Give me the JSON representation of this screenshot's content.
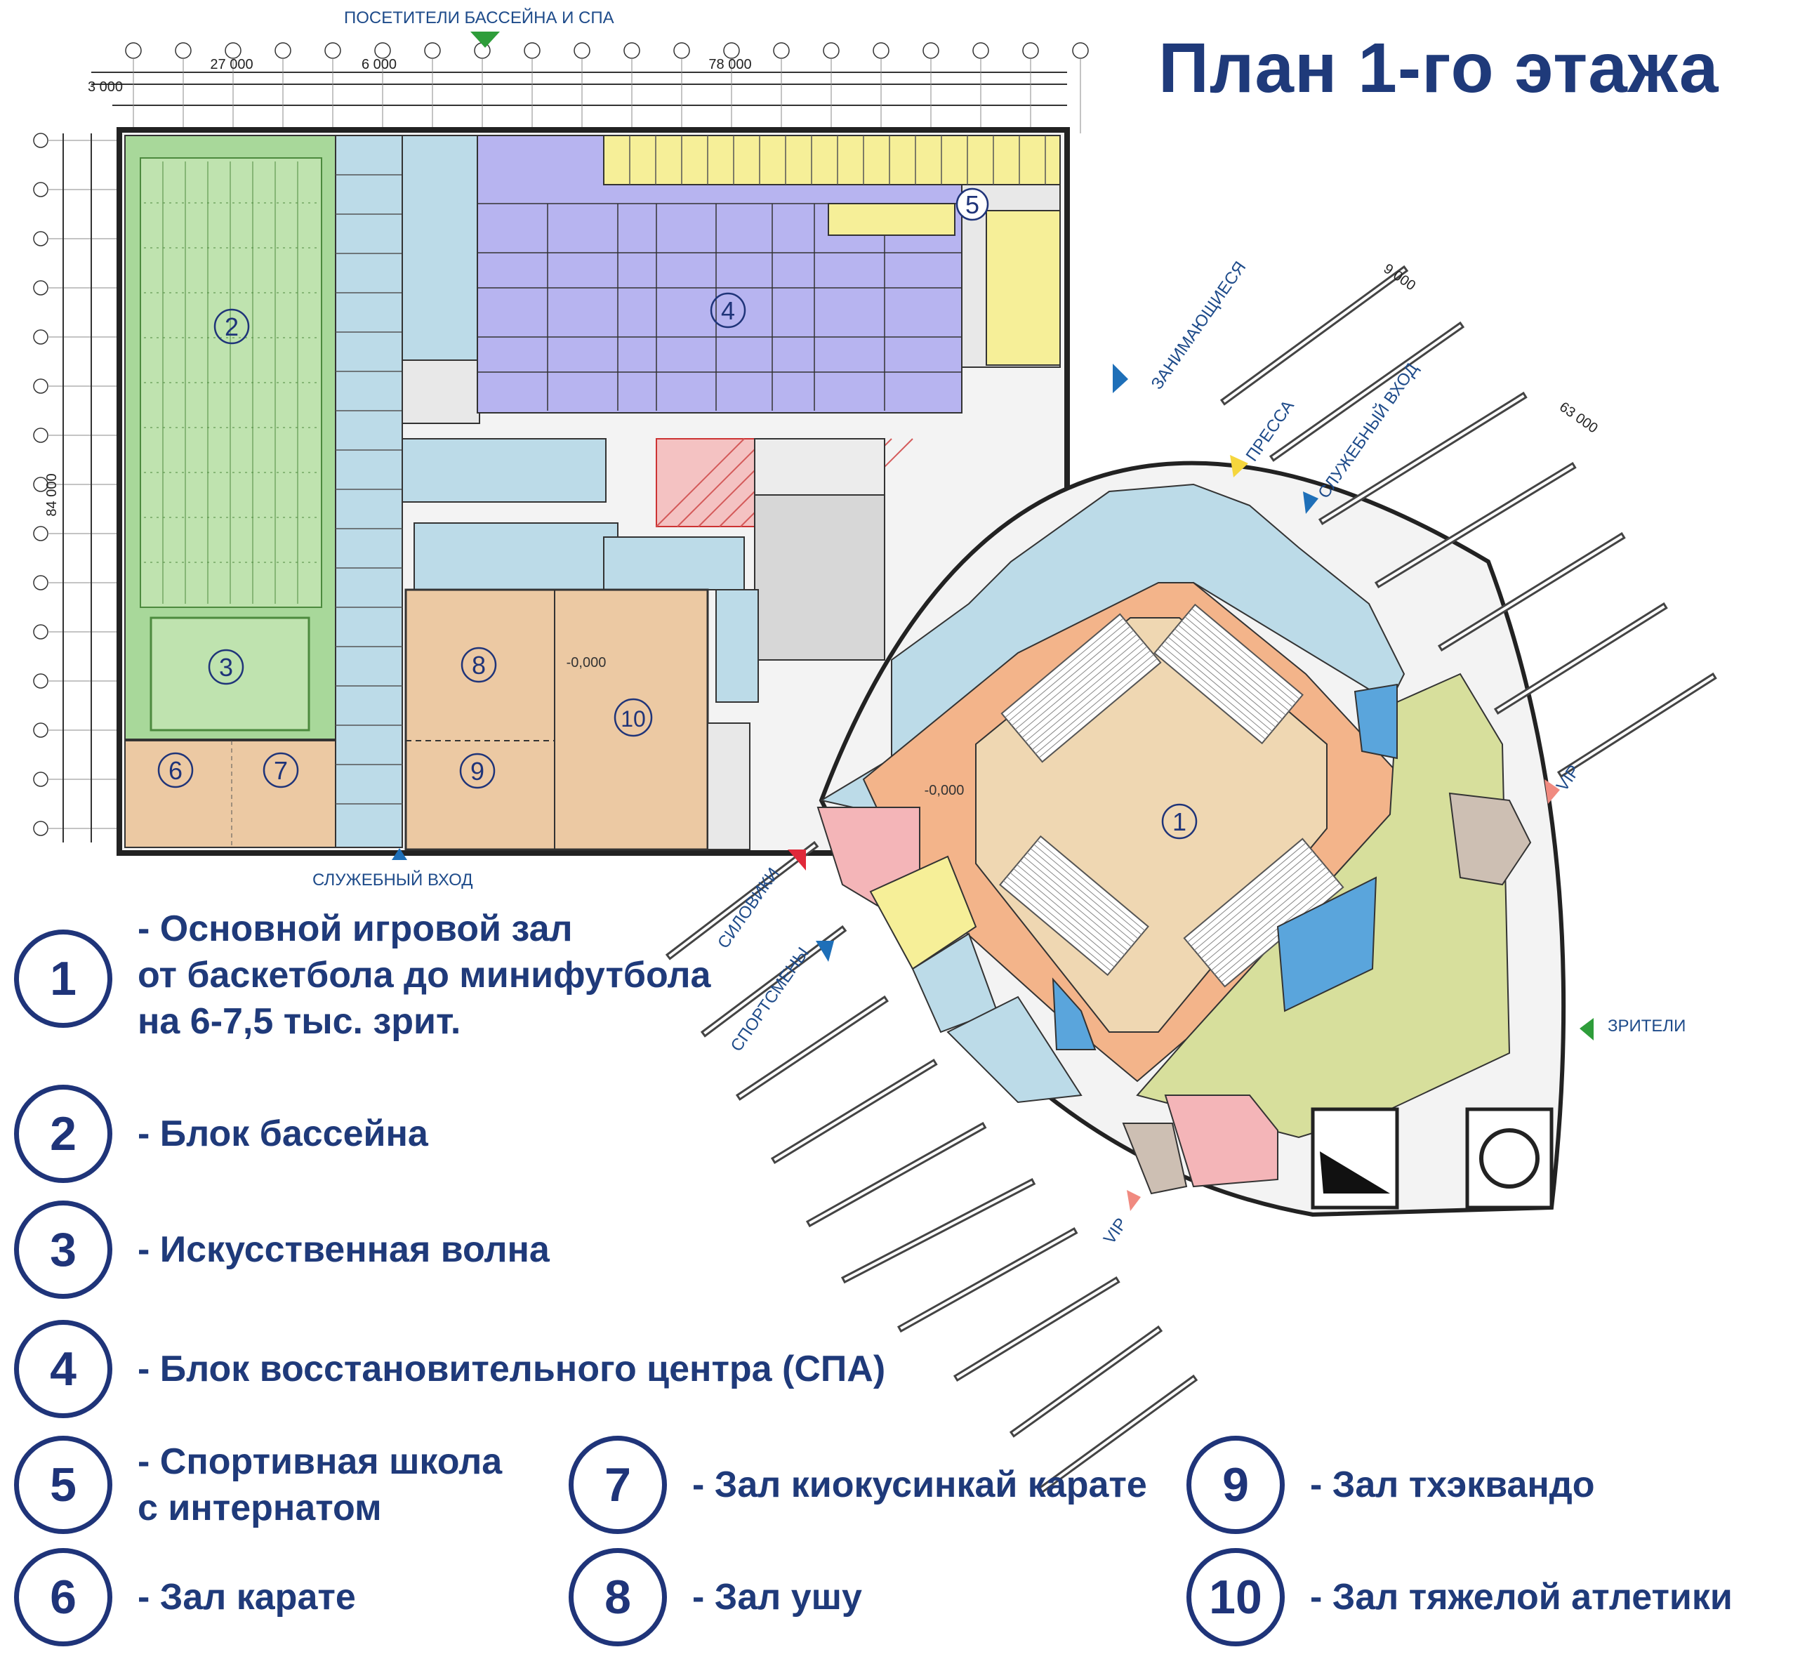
{
  "title": "План 1-го этажа",
  "colors": {
    "pool": "#a8d89a",
    "spa": "#b7b4f0",
    "school": "#f6ef98",
    "rooms": "#bcdbe8",
    "martial": "#ecc9a3",
    "arena_floor": "#efd7b2",
    "corridor_orange": "#f3b48a",
    "foyer": "#d7df9c",
    "vip": "#f4b5b8",
    "water": "#5aa5dc",
    "text": "#1f3479"
  },
  "plan_labels": {
    "n1": "1",
    "n2": "2",
    "n3": "3",
    "n4": "4",
    "n5": "5",
    "n6": "6",
    "n7": "7",
    "n8": "8",
    "n9": "9",
    "n10": "10",
    "zero_a": "-0,000",
    "zero_b": "-0,000"
  },
  "dimensions": {
    "d27000": "27 000",
    "d6000a": "6 000",
    "d78000": "78 000",
    "d84000": "84 000",
    "d63000": "63 000",
    "d9000": "9 000",
    "d3000": "3 000"
  },
  "entrances": {
    "pool_spa": "ПОСЕТИТЕЛИ БАССЕЙНА И СПА",
    "service_bottom": "СЛУЖЕБНЫЙ ВХОД",
    "athletes": "ЗАНИМАЮЩИЕСЯ",
    "press": "ПРЕССА",
    "service_right": "СЛУЖЕБНЫЙ ВХОД",
    "vip_right": "VIP",
    "spectators": "ЗРИТЕЛИ",
    "vip_bottom": "VIP",
    "security": "СИЛОВИКИ",
    "sportsmen": "СПОРТСМЕНЫ"
  },
  "legend": [
    {
      "num": "1",
      "text": "- Основной игровой зал\nот баскетбола до минифутбола\n на 6-7,5 тыс. зрит."
    },
    {
      "num": "2",
      "text": "- Блок бассейна"
    },
    {
      "num": "3",
      "text": "- Искусственная волна"
    },
    {
      "num": "4",
      "text": "- Блок восстановительного центра (СПА)"
    },
    {
      "num": "5",
      "text": "- Спортивная школа\nс интернатом"
    },
    {
      "num": "6",
      "text": "- Зал карате"
    },
    {
      "num": "7",
      "text": "- Зал киокусинкай карате"
    },
    {
      "num": "8",
      "text": "- Зал ушу"
    },
    {
      "num": "9",
      "text": "- Зал тхэквандо"
    },
    {
      "num": "10",
      "text": "- Зал тяжелой атлетики"
    }
  ]
}
